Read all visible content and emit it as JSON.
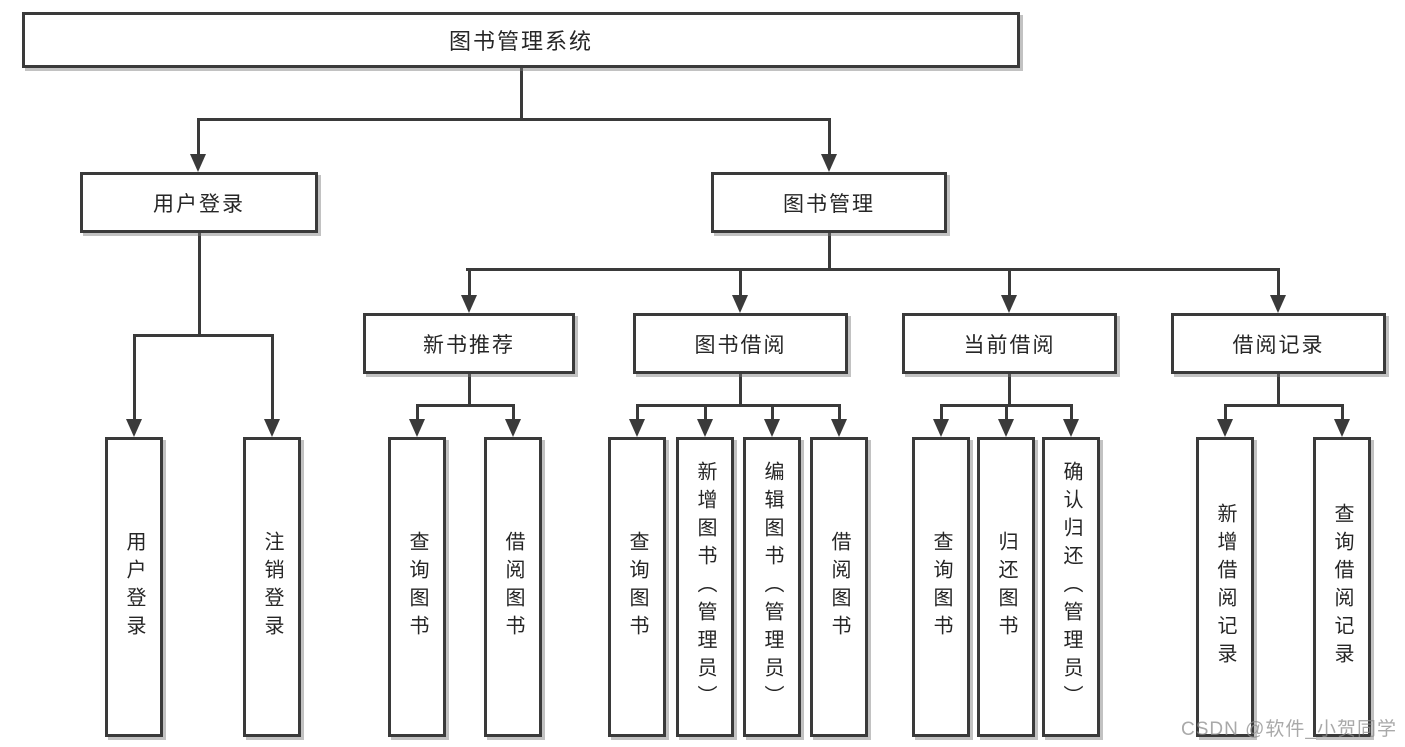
{
  "colors": {
    "line": "#3a3a3a",
    "box_background": "#ffffff",
    "box_shadow": "#787878",
    "text": "#262626",
    "watermark": "#8c8c8c"
  },
  "tree": {
    "label": "图书管理系统",
    "children": [
      {
        "label": "用户登录",
        "children": [
          {
            "label": "用户登录"
          },
          {
            "label": "注销登录"
          }
        ]
      },
      {
        "label": "图书管理",
        "children": [
          {
            "label": "新书推荐",
            "children": [
              {
                "label": "查询图书"
              },
              {
                "label": "借阅图书"
              }
            ]
          },
          {
            "label": "图书借阅",
            "children": [
              {
                "label": "查询图书"
              },
              {
                "label": "新增图书（管理员）"
              },
              {
                "label": "编辑图书（管理员）"
              },
              {
                "label": "借阅图书"
              }
            ]
          },
          {
            "label": "当前借阅",
            "children": [
              {
                "label": "查询图书"
              },
              {
                "label": "归还图书"
              },
              {
                "label": "确认归还（管理员）"
              }
            ]
          },
          {
            "label": "借阅记录",
            "children": [
              {
                "label": "新增借阅记录"
              },
              {
                "label": "查询借阅记录"
              }
            ]
          }
        ]
      }
    ]
  },
  "watermark": "CSDN @软件_小贺同学"
}
